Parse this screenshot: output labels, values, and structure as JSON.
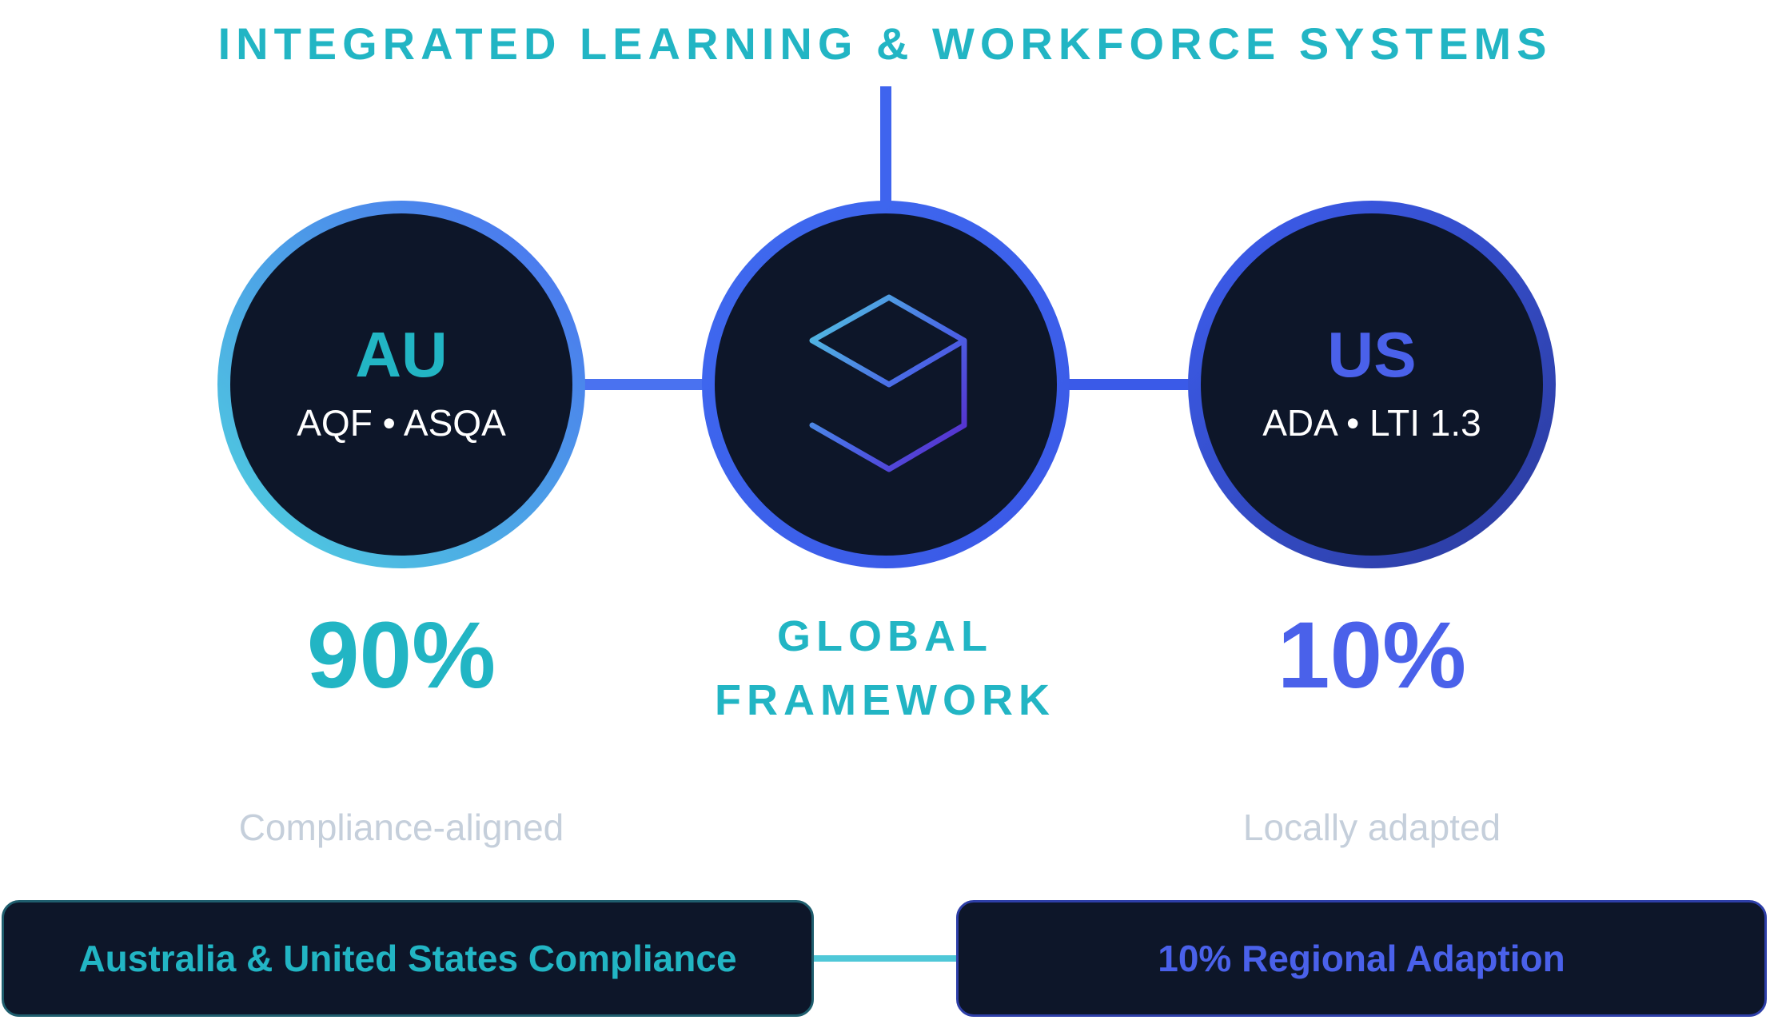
{
  "header": {
    "title": "INTEGRATED LEARNING & WORKFORCE SYSTEMS"
  },
  "colors": {
    "teal": "#22b5c4",
    "blue": "#4a61ea",
    "navy": "#0d1629",
    "muted": "#c5cfdb"
  },
  "left_node": {
    "code": "AU",
    "standards": "AQF • ASQA",
    "percent": "90%",
    "subtitle": "Compliance-aligned"
  },
  "center_node": {
    "icon": "cube-icon",
    "label_line1": "GLOBAL",
    "label_line2": "FRAMEWORK"
  },
  "right_node": {
    "code": "US",
    "standards": "ADA • LTI 1.3",
    "percent": "10%",
    "subtitle": "Locally adapted"
  },
  "footer": {
    "left_box": "Australia & United States Compliance",
    "right_box": "10% Regional Adaption"
  }
}
